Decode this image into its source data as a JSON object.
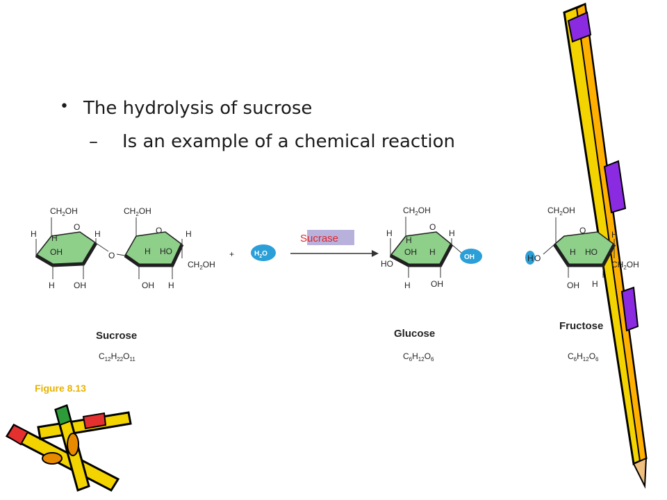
{
  "bullets": {
    "main": "The hydrolysis of sucrose",
    "sub": "Is an example of a chemical reaction",
    "bullet_glyph": "•",
    "dash_glyph": "–"
  },
  "figure_label": "Figure 8.13",
  "reaction": {
    "plus": "+",
    "water": "H2O",
    "enzyme": "Sucrase",
    "colors": {
      "ring_fill": "#8ecf8a",
      "ring_edge": "#1f1f1f",
      "highlight": "#2a9fd8",
      "enzyme_box": "#b8b1dc",
      "figure_label": "#e8b200",
      "enzyme_text": "#e0242a"
    }
  },
  "molecules": {
    "sucrose": {
      "name": "Sucrose",
      "formula": "C12H22O11"
    },
    "glucose": {
      "name": "Glucose",
      "formula": "C6H12O6"
    },
    "fructose": {
      "name": "Fructose",
      "formula": "C6H12O6"
    }
  },
  "atoms": {
    "ch2oh": "CH2OH",
    "o": "O",
    "h": "H",
    "oh": "OH",
    "ho": "HO"
  },
  "decor": {
    "top_right": "pencil-icon",
    "bottom_left": "crayons-icon"
  }
}
